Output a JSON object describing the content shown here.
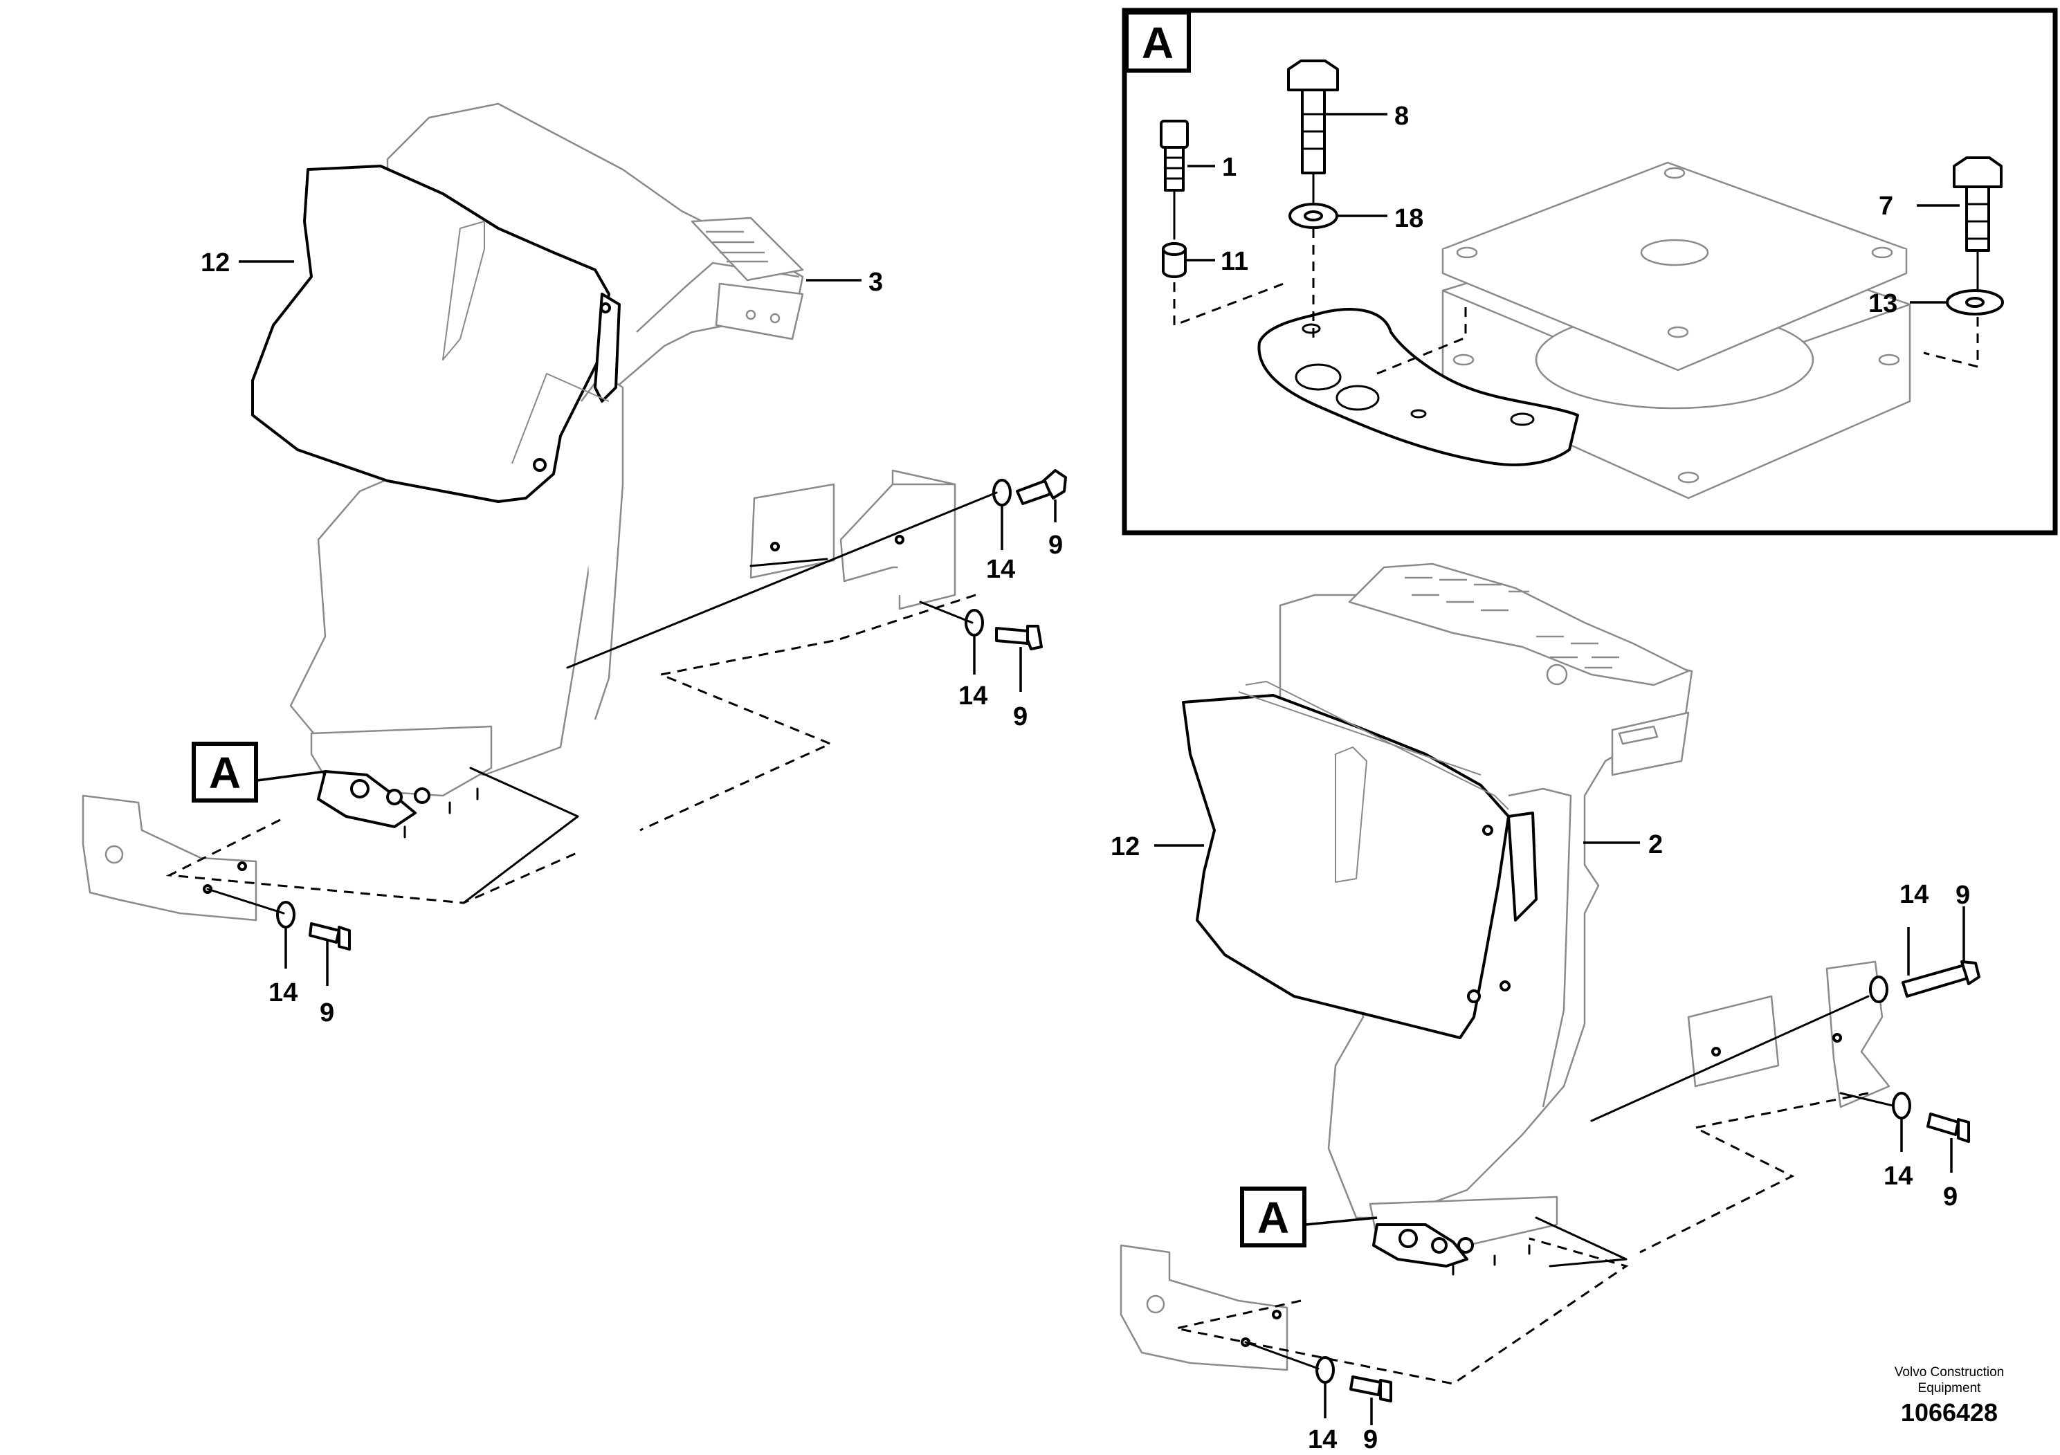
{
  "detail_label": "A",
  "part_numbers": {
    "p1": "1",
    "p2": "2",
    "p3": "3",
    "p7": "7",
    "p8": "8",
    "p9": "9",
    "p11": "11",
    "p12": "12",
    "p13": "13",
    "p14": "14",
    "p18": "18"
  },
  "footer": {
    "brand_line1": "Volvo Construction",
    "brand_line2": "Equipment",
    "drawing_number": "1066428"
  }
}
